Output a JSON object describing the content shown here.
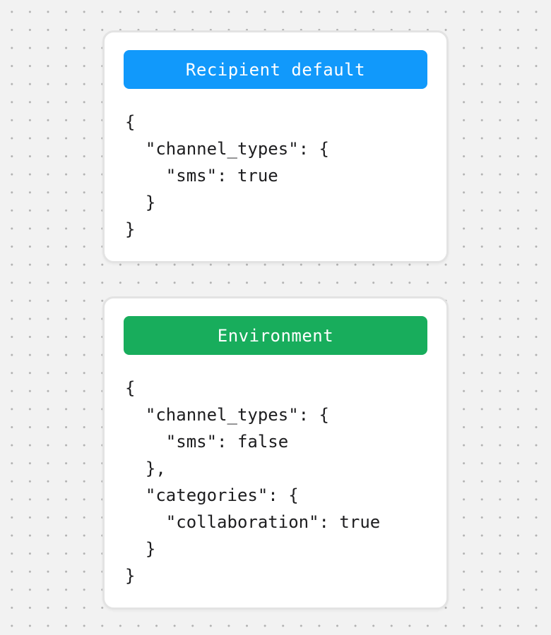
{
  "canvas": {
    "background_color": "#f2f2f2",
    "dot_color": "#b1b1b1"
  },
  "cards": [
    {
      "title": "Recipient default",
      "accent_color": "#1199fb",
      "code": "{\n  \"channel_types\": {\n    \"sms\": true\n  }\n}"
    },
    {
      "title": "Environment",
      "accent_color": "#18ad5c",
      "code": "{\n  \"channel_types\": {\n    \"sms\": false\n  },\n  \"categories\": {\n    \"collaboration\": true\n  }\n}"
    }
  ]
}
